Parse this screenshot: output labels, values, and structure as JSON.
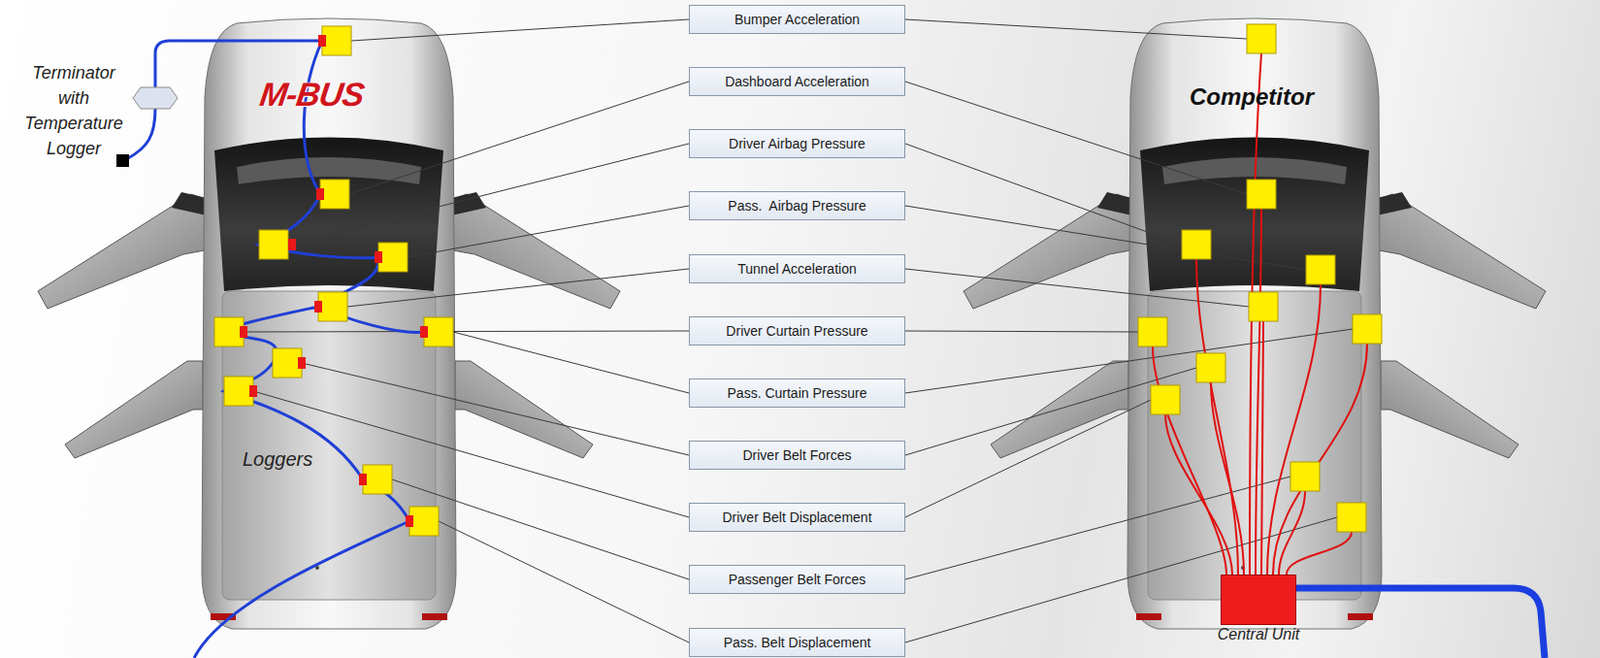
{
  "diagram": {
    "nodes": [
      {
        "text": [
          "Bumper Acceleration"
        ]
      },
      {
        "text": [
          "Dashboard Acceleration"
        ]
      },
      {
        "text": [
          "Driver Airbag Pressure"
        ]
      },
      {
        "text": [
          "Pass.  Airbag Pressure"
        ]
      },
      {
        "text": [
          "Tunnel Acceleration"
        ]
      },
      {
        "text": [
          "Driver Curtain Pressure"
        ]
      },
      {
        "text": [
          "Pass. Curtain Pressure"
        ]
      },
      {
        "text": [
          "Driver Belt Forces"
        ]
      },
      {
        "text": [
          "Driver Belt Displacement"
        ]
      },
      {
        "text": [
          "Passenger Belt Forces"
        ]
      },
      {
        "text": [
          "Pass. Belt Displacement"
        ]
      },
      {
        "text": [
          "Central Unit"
        ]
      }
    ],
    "labels": [
      "Terminator with Temperature Logger",
      "M-BUS",
      "Loggers",
      "Competitor"
    ]
  }
}
